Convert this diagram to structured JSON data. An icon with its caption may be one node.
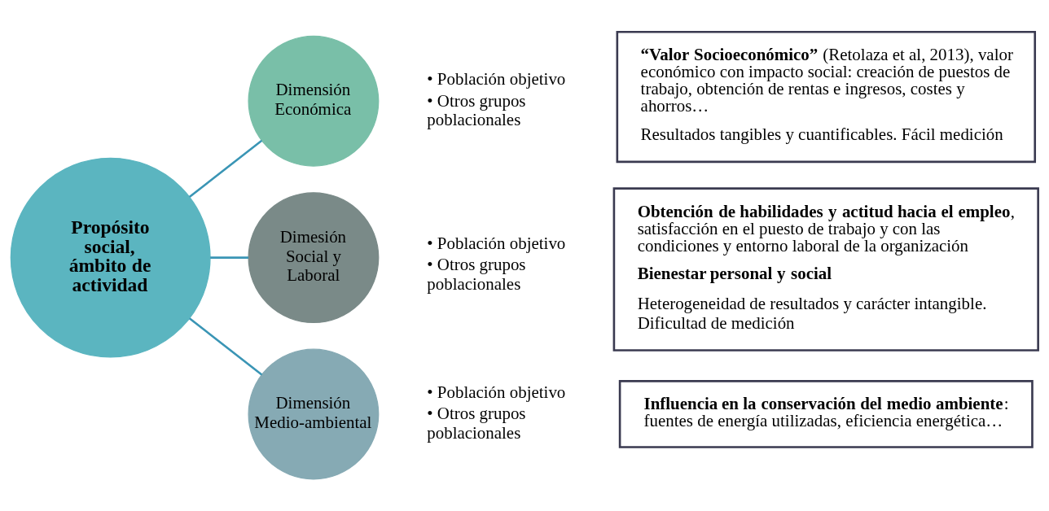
{
  "diagram": {
    "nodes": [
      {
        "text": [
          "Propósito social, ámbito de actividad"
        ]
      },
      {
        "text": [
          "Dimensión Económica"
        ],
        "beside": [
          "• Población objetivo",
          "• Otros grupos poblacionales"
        ]
      },
      {
        "text": [
          "Dimesión Social y Laboral"
        ],
        "beside": [
          "• Población objetivo",
          "• Otros grupos poblacionales"
        ]
      },
      {
        "text": [
          "Dimensión Medio-ambiental"
        ],
        "beside": [
          "• Población objetivo",
          "• Otros grupos poblacionales"
        ]
      },
      {
        "text": [
          "**“Valor Socioeconómico”** (Retolaza et al, 2013), valor económico con impacto social: creación de puestos de trabajo, obtención de rentas e ingresos, costes y ahorros…",
          "Resultados tangibles y cuantificables. Fácil medición"
        ]
      },
      {
        "text": [
          "**Obtención de habilidades y actitud hacia el empleo**, satisfacción en el puesto de trabajo y con las condiciones y entorno laboral de la organización",
          "**Bienestar personal y social**",
          "Heterogeneidad de resultados y carácter intangible. Dificultad de medición"
        ]
      },
      {
        "text": [
          "**Influencia en la conservación del medio ambiente**: fuentes de energía utilizadas, eficiencia energética…"
        ]
      }
    ],
    "edges": [
      {
        "from": 0,
        "to": 1,
        "arrow": "none"
      },
      {
        "from": 0,
        "to": 2,
        "arrow": "none"
      },
      {
        "from": 0,
        "to": 3,
        "arrow": "none"
      }
    ]
  }
}
